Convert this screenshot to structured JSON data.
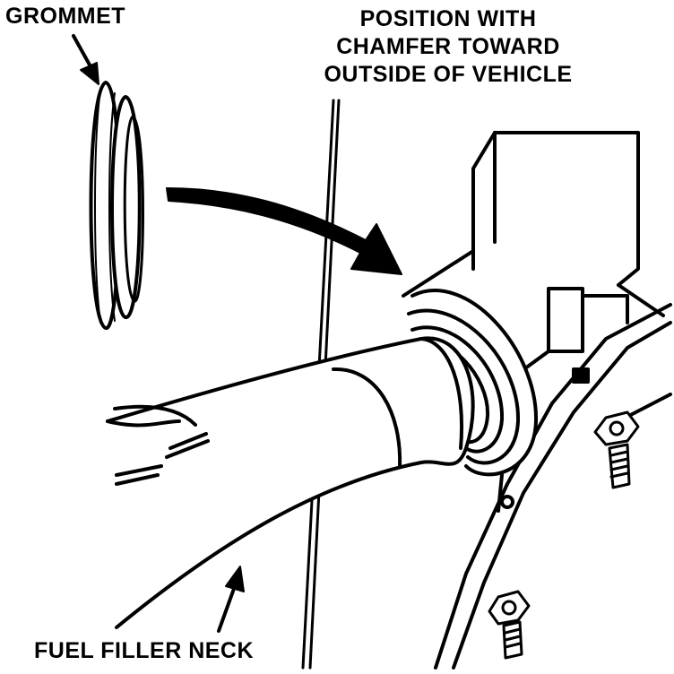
{
  "labels": {
    "grommet": "GROMMET",
    "position_lines": [
      "POSITION WITH",
      "CHAMFER TOWARD",
      "OUTSIDE OF VEHICLE"
    ],
    "fuel_filler_neck": "FUEL FILLER NECK"
  },
  "colors": {
    "ink": "#000000",
    "paper": "#ffffff"
  }
}
